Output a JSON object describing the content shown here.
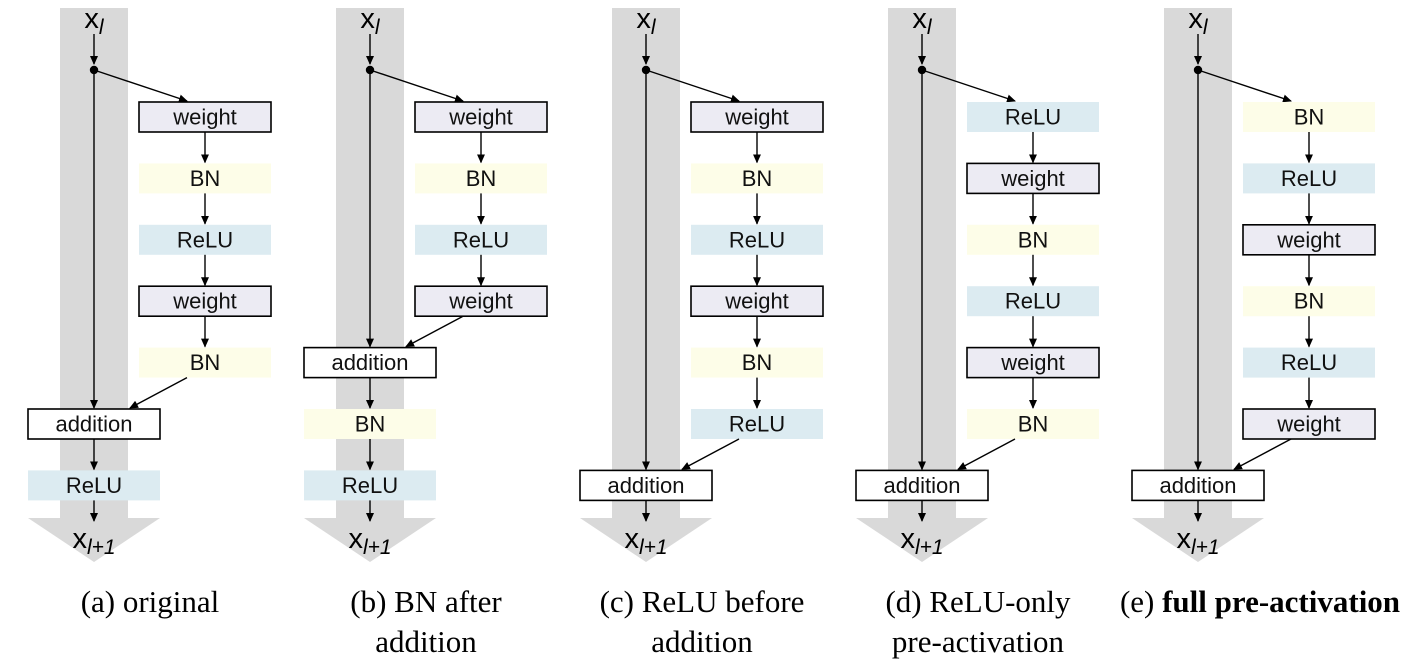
{
  "diagrams": [
    {
      "caption_prefix": "(a) original",
      "caption_bold": "",
      "input_label_base": "x",
      "input_label_sub": "l",
      "output_label_base": "x",
      "output_label_sub": "l+1",
      "residual_blocks": [
        {
          "label": "weight",
          "kind": "weight"
        },
        {
          "label": "BN",
          "kind": "bn"
        },
        {
          "label": "ReLU",
          "kind": "relu"
        },
        {
          "label": "weight",
          "kind": "weight"
        },
        {
          "label": "BN",
          "kind": "bn"
        }
      ],
      "addition_label": "addition",
      "post_blocks": [
        {
          "label": "ReLU",
          "kind": "relu"
        }
      ]
    },
    {
      "caption_prefix": "(b) BN after addition",
      "caption_bold": "",
      "input_label_base": "x",
      "input_label_sub": "l",
      "output_label_base": "x",
      "output_label_sub": "l+1",
      "residual_blocks": [
        {
          "label": "weight",
          "kind": "weight"
        },
        {
          "label": "BN",
          "kind": "bn"
        },
        {
          "label": "ReLU",
          "kind": "relu"
        },
        {
          "label": "weight",
          "kind": "weight"
        }
      ],
      "addition_label": "addition",
      "post_blocks": [
        {
          "label": "BN",
          "kind": "bn"
        },
        {
          "label": "ReLU",
          "kind": "relu"
        }
      ]
    },
    {
      "caption_prefix": "(c) ReLU before addition",
      "caption_bold": "",
      "input_label_base": "x",
      "input_label_sub": "l",
      "output_label_base": "x",
      "output_label_sub": "l+1",
      "residual_blocks": [
        {
          "label": "weight",
          "kind": "weight"
        },
        {
          "label": "BN",
          "kind": "bn"
        },
        {
          "label": "ReLU",
          "kind": "relu"
        },
        {
          "label": "weight",
          "kind": "weight"
        },
        {
          "label": "BN",
          "kind": "bn"
        },
        {
          "label": "ReLU",
          "kind": "relu"
        }
      ],
      "addition_label": "addition",
      "post_blocks": []
    },
    {
      "caption_prefix": "(d) ReLU-only pre-activation",
      "caption_bold": "",
      "input_label_base": "x",
      "input_label_sub": "l",
      "output_label_base": "x",
      "output_label_sub": "l+1",
      "residual_blocks": [
        {
          "label": "ReLU",
          "kind": "relu"
        },
        {
          "label": "weight",
          "kind": "weight"
        },
        {
          "label": "BN",
          "kind": "bn"
        },
        {
          "label": "ReLU",
          "kind": "relu"
        },
        {
          "label": "weight",
          "kind": "weight"
        },
        {
          "label": "BN",
          "kind": "bn"
        }
      ],
      "addition_label": "addition",
      "post_blocks": []
    },
    {
      "caption_prefix": "(e) ",
      "caption_bold": "full pre-activation",
      "input_label_base": "x",
      "input_label_sub": "l",
      "output_label_base": "x",
      "output_label_sub": "l+1",
      "residual_blocks": [
        {
          "label": "BN",
          "kind": "bn"
        },
        {
          "label": "ReLU",
          "kind": "relu"
        },
        {
          "label": "weight",
          "kind": "weight"
        },
        {
          "label": "BN",
          "kind": "bn"
        },
        {
          "label": "ReLU",
          "kind": "relu"
        },
        {
          "label": "weight",
          "kind": "weight"
        }
      ],
      "addition_label": "addition",
      "post_blocks": []
    }
  ],
  "colors": {
    "weight_fill": "#ecebf3",
    "bn_fill": "#fdfde8",
    "relu_fill": "#dcebf1",
    "addition_fill": "#ffffff",
    "identity_band": "#d9d9d9",
    "line": "#000000"
  }
}
